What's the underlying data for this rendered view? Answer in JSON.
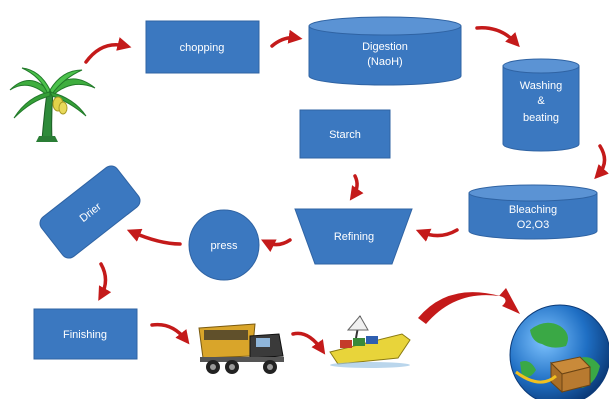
{
  "nodes": {
    "chopping": "chopping",
    "digestion_line1": "Digestion",
    "digestion_line2": "(NaoH)",
    "washing_line1": "Washing",
    "washing_line2": "&",
    "washing_line3": "beating",
    "starch": "Starch",
    "bleaching_line1": "Bleaching",
    "bleaching_line2": "O2,O3",
    "refining": "Refining",
    "press": "press",
    "drier": "Drier",
    "finishing": "Finishing"
  },
  "icons": {
    "raw_material": "banana-tree-icon",
    "road_transport": "dump-truck-icon",
    "sea_transport": "cargo-ship-icon",
    "export": "globe-with-box-icon"
  },
  "colors": {
    "shape_fill": "#3b78c0",
    "shape_top": "#5b93d4",
    "arrow": "#c41a1a",
    "label": "#ffffff"
  }
}
